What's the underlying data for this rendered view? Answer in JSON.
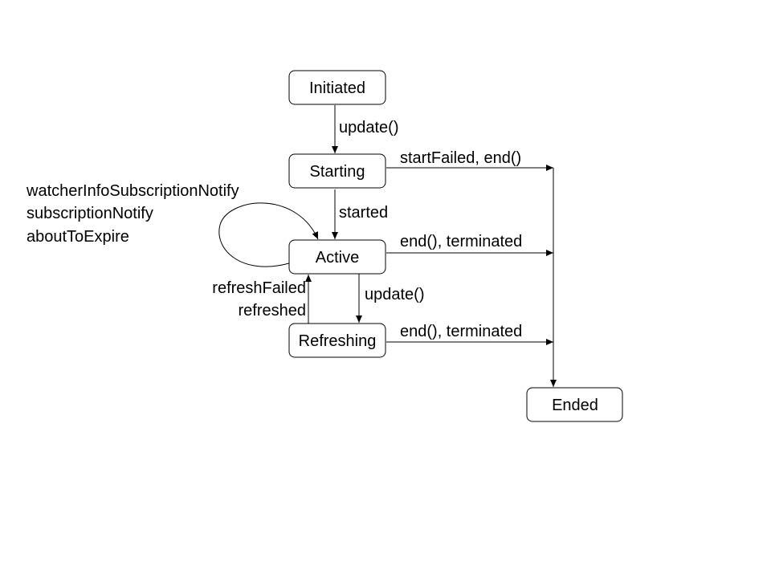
{
  "states": {
    "initiated": "Initiated",
    "starting": "Starting",
    "active": "Active",
    "refreshing": "Refreshing",
    "ended": "Ended"
  },
  "transitions": {
    "initiated_to_starting": "update()",
    "starting_to_active": "started",
    "starting_to_ended": "startFailed, end()",
    "active_to_ended": "end(), terminated",
    "active_to_refreshing": "update()",
    "refreshing_to_ended": "end(), terminated",
    "refreshing_to_active": [
      "refreshFailed",
      "refreshed"
    ],
    "active_self_loop": [
      "watcherInfoSubscriptionNotify",
      "subscriptionNotify",
      "aboutToExpire"
    ]
  }
}
